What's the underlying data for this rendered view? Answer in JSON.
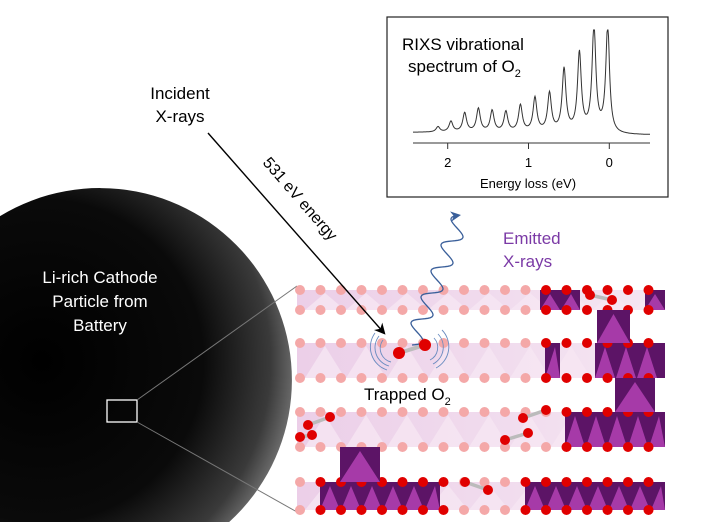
{
  "labels": {
    "incident_line1": "Incident",
    "incident_line2": "X-rays",
    "energy": "531 eV energy",
    "emitted_line1": "Emitted",
    "emitted_line2": "X-rays",
    "particle_line1": "Li-rich Cathode",
    "particle_line2": "Particle from",
    "particle_line3": "Battery",
    "trapped": "Trapped O",
    "trapped_sub": "2"
  },
  "colors": {
    "emitted": "#7b3aa6",
    "oxygen": "#e00000",
    "octahedron_dark": "#5c1466",
    "octahedron_light": "#f0d6ec"
  },
  "chart_data": {
    "type": "line",
    "title_line1": "RIXS vibrational",
    "title_line2": "spectrum of O",
    "title_sub": "2",
    "xlabel": "Energy loss (eV)",
    "ylabel": "",
    "xlim": [
      2.42,
      -0.5
    ],
    "x_ticks": [
      2,
      1,
      0
    ],
    "x_tick_labels": [
      "2",
      "1",
      "0"
    ],
    "peaks_eV": [
      2.12,
      1.96,
      1.79,
      1.62,
      1.45,
      1.28,
      1.1,
      0.92,
      0.74,
      0.56,
      0.37,
      0.19,
      0.02
    ],
    "peak_intensity": [
      0.05,
      0.1,
      0.18,
      0.22,
      0.2,
      0.19,
      0.25,
      0.32,
      0.36,
      0.59,
      0.74,
      1.0,
      1.0
    ],
    "grid": false
  }
}
